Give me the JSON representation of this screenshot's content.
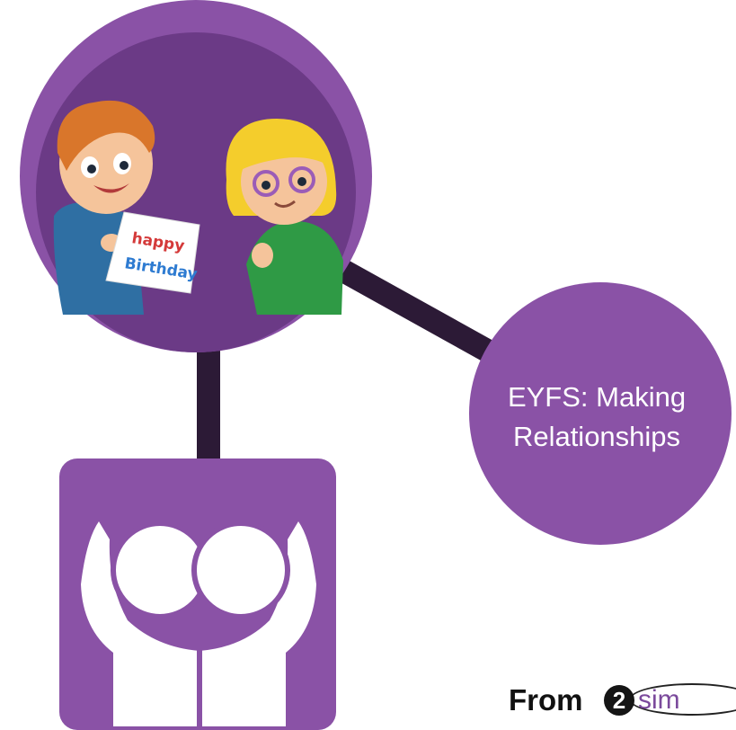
{
  "topic": {
    "line1": "EYFS: Making",
    "line2": "Relationships"
  },
  "card": {
    "line1": "happy",
    "line2": "Birthday"
  },
  "footer": {
    "from_label": "From",
    "brand_number": "2",
    "brand_word": "sim"
  },
  "colors": {
    "purple": "#8a52a6",
    "purple_dark": "#6b3a86",
    "connector": "#2c1a36",
    "background": "#ffffff"
  },
  "icons": {
    "hands": "hands-holding-icon",
    "children": "children-illustration"
  }
}
